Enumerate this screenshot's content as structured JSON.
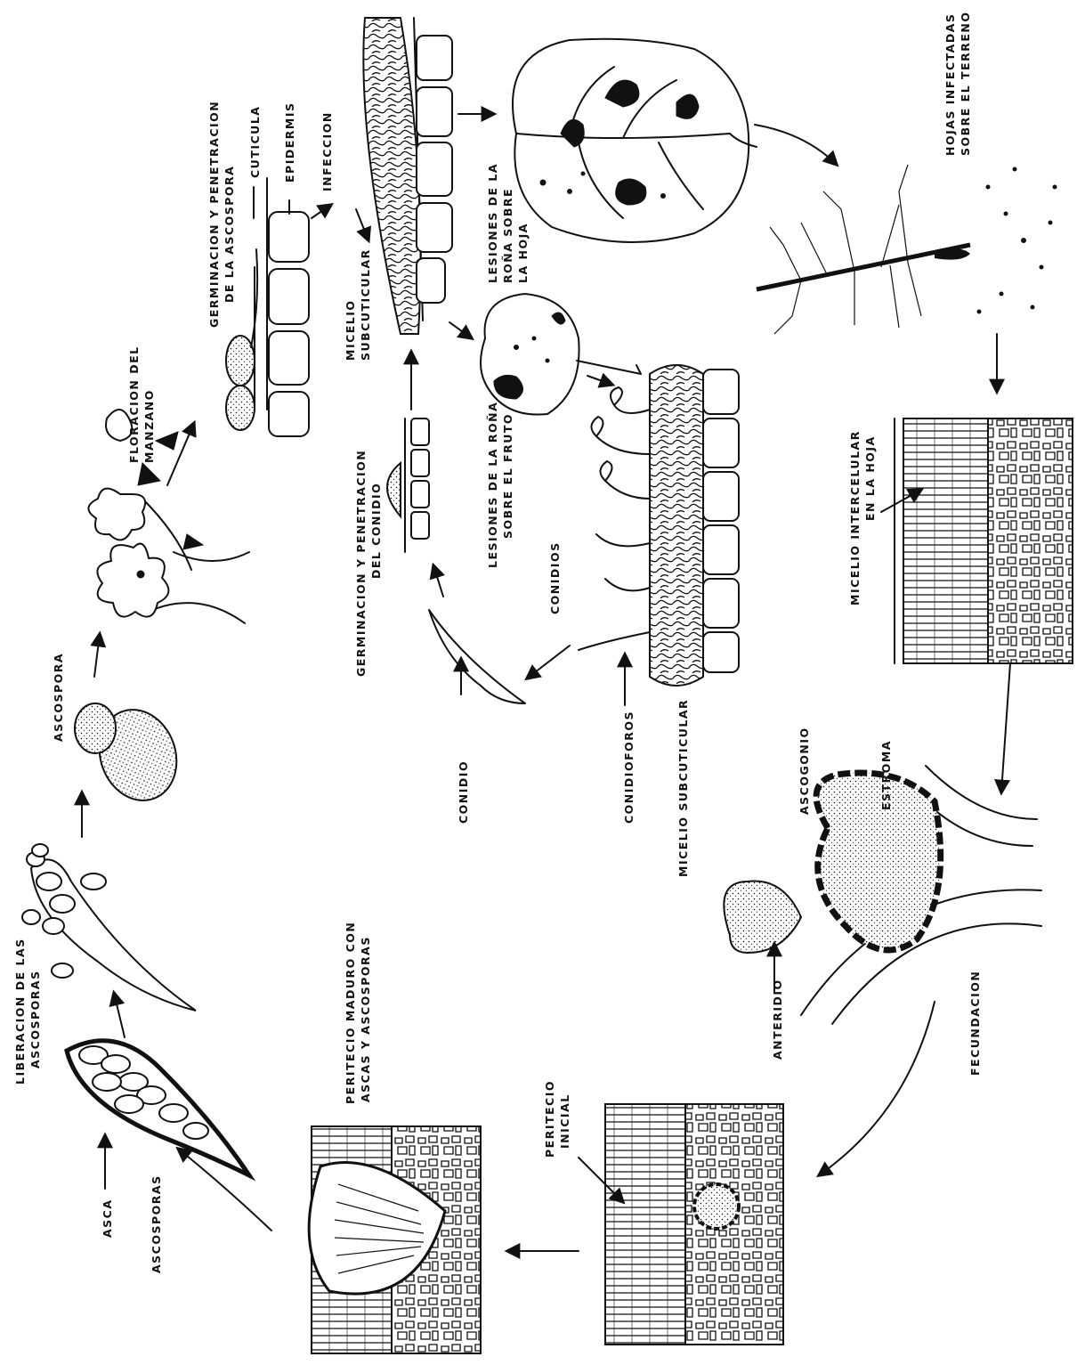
{
  "labels": {
    "ascospora": "ASCOSPORA",
    "floracion_1": "FLORACION DEL",
    "floracion_2": "MANZANO",
    "germ_asco_1": "GERMINACION Y PENETRACION",
    "germ_asco_2": "DE LA ASCOSPORA",
    "cuticula": "CUTICULA",
    "epidermis": "EPIDERMIS",
    "infeccion": "INFECCION",
    "micelio_sub_1": "MICELIO",
    "micelio_sub_2": "SUBCUTICULAR",
    "lesiones_hoja_1": "LESIONES DE LA",
    "lesiones_hoja_2": "ROÑA SOBRE",
    "lesiones_hoja_3": "LA HOJA",
    "hojas_inf_1": "HOJAS INFECTADAS",
    "hojas_inf_2": "SOBRE EL TERRENO",
    "germ_conidio_1": "GERMINACION Y PENETRACION",
    "germ_conidio_2": "DEL CONIDIO",
    "lesiones_fruto_1": "LESIONES DE LA ROÑA",
    "lesiones_fruto_2": "SOBRE EL FRUTO",
    "conidios": "CONIDIOS",
    "conidio": "CONIDIO",
    "conidioforos": "CONIDIOFOROS",
    "micelio_subcuticular": "MICELIO SUBCUTICULAR",
    "micelio_inter_1": "MICELIO INTERCELULAR",
    "micelio_inter_2": "EN LA HOJA",
    "ascogonio": "ASCOGONIO",
    "estroma": "ESTROMA",
    "anteridio": "ANTERIDIO",
    "fecundacion": "FECUNDACION",
    "peritecio_inicial_1": "PERITECIO",
    "peritecio_inicial_2": "INICIAL",
    "peritecio_maduro_1": "PERITECIO MADURO CON",
    "peritecio_maduro_2": "ASCAS Y ASCOSPORAS",
    "liberacion_1": "LIBERACION DE LAS",
    "liberacion_2": "ASCOSPORAS",
    "asca": "ASCA",
    "ascosporas": "ASCOSPORAS"
  }
}
